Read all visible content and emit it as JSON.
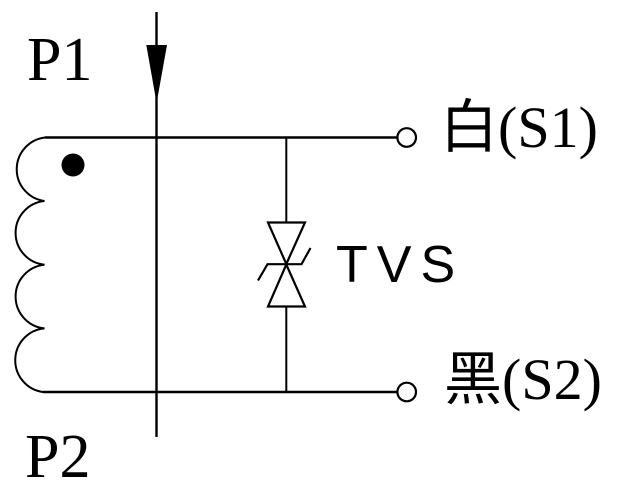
{
  "colors": {
    "line": "#000000",
    "background": "#ffffff"
  },
  "diagram": {
    "type": "circuit-schematic",
    "description": "Transformer primary winding with downward surge arrow and a bidirectional TVS diode connected across two output terminals",
    "labels": {
      "primary_top": "P1",
      "primary_bottom": "P2",
      "device": "TVS",
      "output_top": "白(S1)",
      "output_bottom": "黑(S2)"
    },
    "components": {
      "primary_winding": {
        "icon": "coil-icon",
        "turns": 4,
        "polarity_dot": true
      },
      "surge_arrow": {
        "icon": "down-arrow-icon",
        "direction": "down"
      },
      "tvs_diode": {
        "icon": "bidirectional-tvs-diode-icon",
        "label_ref": "device"
      },
      "terminals": [
        {
          "icon": "open-circle-terminal-icon",
          "label_ref": "output_top"
        },
        {
          "icon": "open-circle-terminal-icon",
          "label_ref": "output_bottom"
        }
      ]
    }
  }
}
